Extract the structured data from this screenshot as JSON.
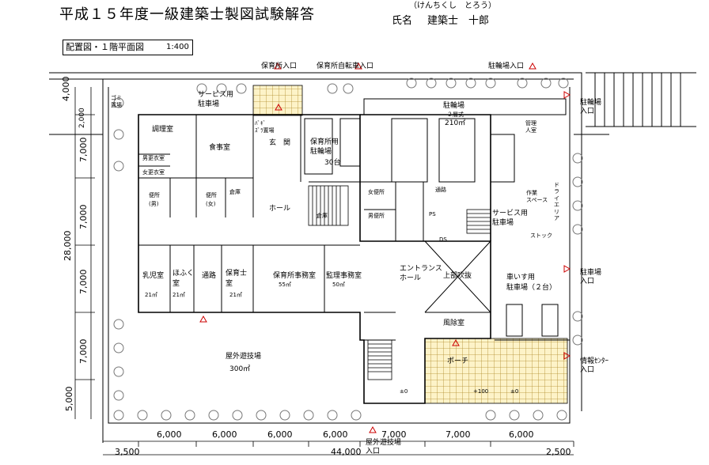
{
  "header": {
    "title": "平成１５年度一級建築士製図試験解答",
    "furigana": "（けんちくし　とろう）",
    "name_label": "氏名",
    "name_value": "建築士　十郎",
    "sheet_label": "配置図・１階平面図",
    "scale": "1:400"
  },
  "entrances": {
    "nursery_entry": "保育所入口",
    "nursery_bike_entry": "保育所自転車入口",
    "bicycle_parking_entry": "駐輪場入口",
    "bicycle_parking_entry_right": "駐輪場\n入口",
    "parking_entry_right": "駐車場\n入口",
    "info_center_entry": "情報ｾﾝﾀｰ\n入口",
    "outdoor_play_entry": "屋外遊技場\n入口"
  },
  "rooms": {
    "kitchen": "調理室",
    "dining": "食事室",
    "male_changing": "男更衣室",
    "female_changing": "女更衣室",
    "toilet_m": "便所\n(男)",
    "toilet_f": "便所\n(女)",
    "storage": "倉庫",
    "hall": "ホール",
    "entrance": "玄　関",
    "shoe_rack": "ﾊﾞｷﾞ\nｽﾞﾗ置場",
    "nursery_bike": "保育所用\n駐輪場",
    "nursery_bike_count": "30台",
    "service_parking_top": "サービス用\n駐車場",
    "trash": "ゴミ\n置場",
    "bicycle_parking": "駐輪場",
    "bicycle_parking_level": "２層式",
    "bicycle_parking_area": "210㎡",
    "management": "管理\n人室",
    "infant_room": "乳児室",
    "infant_area": "21㎡",
    "nursing_room": "ほふく\n室",
    "nursing_area": "21㎡",
    "corridor": "通路",
    "childcare_staff": "保育士\n室",
    "childcare_staff_area": "21㎡",
    "office": "保育所事務室",
    "office_area": "55㎡",
    "supervisor": "監理事務室",
    "supervisor_area": "50㎡",
    "entrance_hall": "エントランス\nホール",
    "void": "上部吹抜",
    "wheelchair_parking": "車いす用\n駐車場（２台）",
    "windbreak": "風除室",
    "porch": "ポーチ",
    "outdoor_play": "屋外遊技場",
    "outdoor_area": "300㎡",
    "service_parking_right": "サービス用\n駐車場",
    "work_space": "作業\nスペース",
    "vertical_text": "ドライエリア",
    "passage": "通路",
    "store": "倉庫",
    "toilet_w2": "女便所",
    "toilet_m2": "男便所",
    "ps": "PS",
    "ds": "DS",
    "storage2": "ストック",
    "level_pm0": "±0",
    "level_p100": "+100",
    "level_pm0_b": "±0"
  },
  "dims_h": [
    "6,000",
    "6,000",
    "6,000",
    "6,000",
    "7,000",
    "7,000",
    "6,000"
  ],
  "dims_h_total": "44,000",
  "dims_h_left": "3,500",
  "dims_h_right": "2,500",
  "dims_v": [
    "4,000",
    "7,000",
    "7,000",
    "7,000",
    "7,000",
    "5,000"
  ],
  "dims_v_small": "2,000",
  "dims_v_total": "28,000"
}
